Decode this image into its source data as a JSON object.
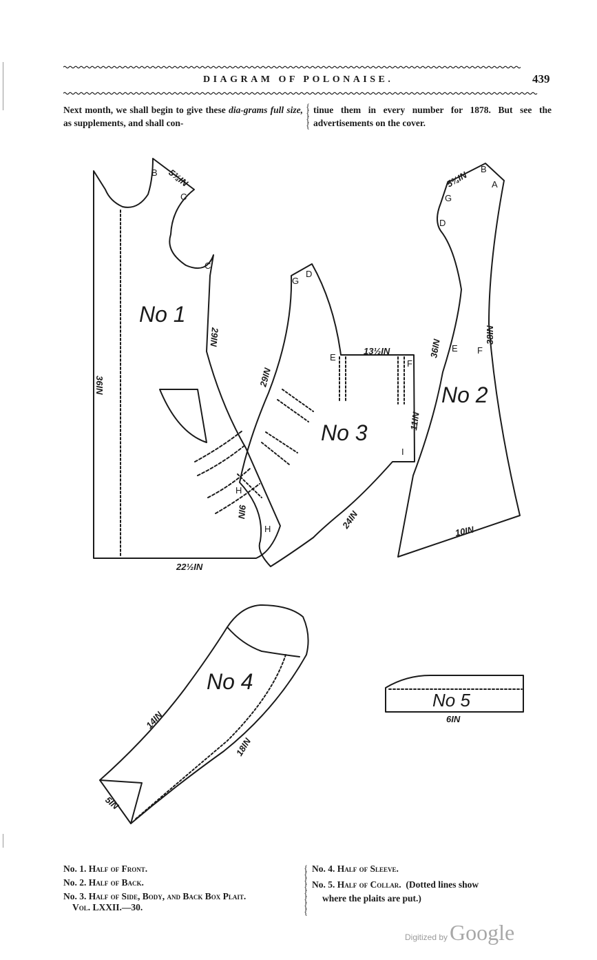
{
  "header": {
    "title": "DIAGRAM OF POLONAISE.",
    "page_number": "439"
  },
  "intro": {
    "left": {
      "text1": "Next month, we shall begin to give these ",
      "italic1": "dia-grams full size,",
      "text2": " as supplements, and shall con-"
    },
    "right": "tinue them in every number for 1878. But see the advertisements on the cover."
  },
  "diagram": {
    "pieces": {
      "no1": "No 1",
      "no2": "No 2",
      "no3": "No 3",
      "no4": "No 4",
      "no5": "No 5"
    },
    "point_labels": {
      "b": "B",
      "c": "C",
      "g": "G",
      "d": "D",
      "e": "E",
      "f": "F",
      "h": "H",
      "i": "I",
      "a": "A",
      "g2": "G",
      "d2": "D",
      "e2": "E",
      "f2": "F",
      "h2": "H",
      "b2": "B"
    },
    "measurements": {
      "m_5_3_4_a": "5¾IN",
      "m_29_a": "29IN",
      "m_36_a": "36IN",
      "m_22_1_2": "22½IN",
      "m_29_b": "29IN",
      "m_13_1_2": "13½IN",
      "m_11": "11IN",
      "m_24": "24IN",
      "m_9": "9IN",
      "m_5_3_4_b": "5¾IN",
      "m_36_b": "36IN",
      "m_38": "38IN",
      "m_10": "10IN",
      "m_14": "14IN",
      "m_18": "18IN",
      "m_5": "5IN",
      "m_6": "6IN"
    }
  },
  "captions": {
    "left": [
      {
        "num": "No. 1.",
        "text": "Half of Front."
      },
      {
        "num": "No. 2.",
        "text": "Half of Back."
      },
      {
        "num": "No. 3.",
        "text": "Half of Side, Body, and Back Box Plait."
      }
    ],
    "vol": {
      "label": "Vol.",
      "value": "LXXII.—30."
    },
    "right": [
      {
        "num": "No. 4.",
        "text": "Half of Sleeve."
      },
      {
        "num": "No. 5.",
        "text": "Half of Collar.",
        "note": "(Dotted lines show"
      },
      {
        "note": "where the plaits are put.)"
      }
    ]
  },
  "watermark": {
    "prefix": "Digitized by",
    "brand": "Google"
  }
}
